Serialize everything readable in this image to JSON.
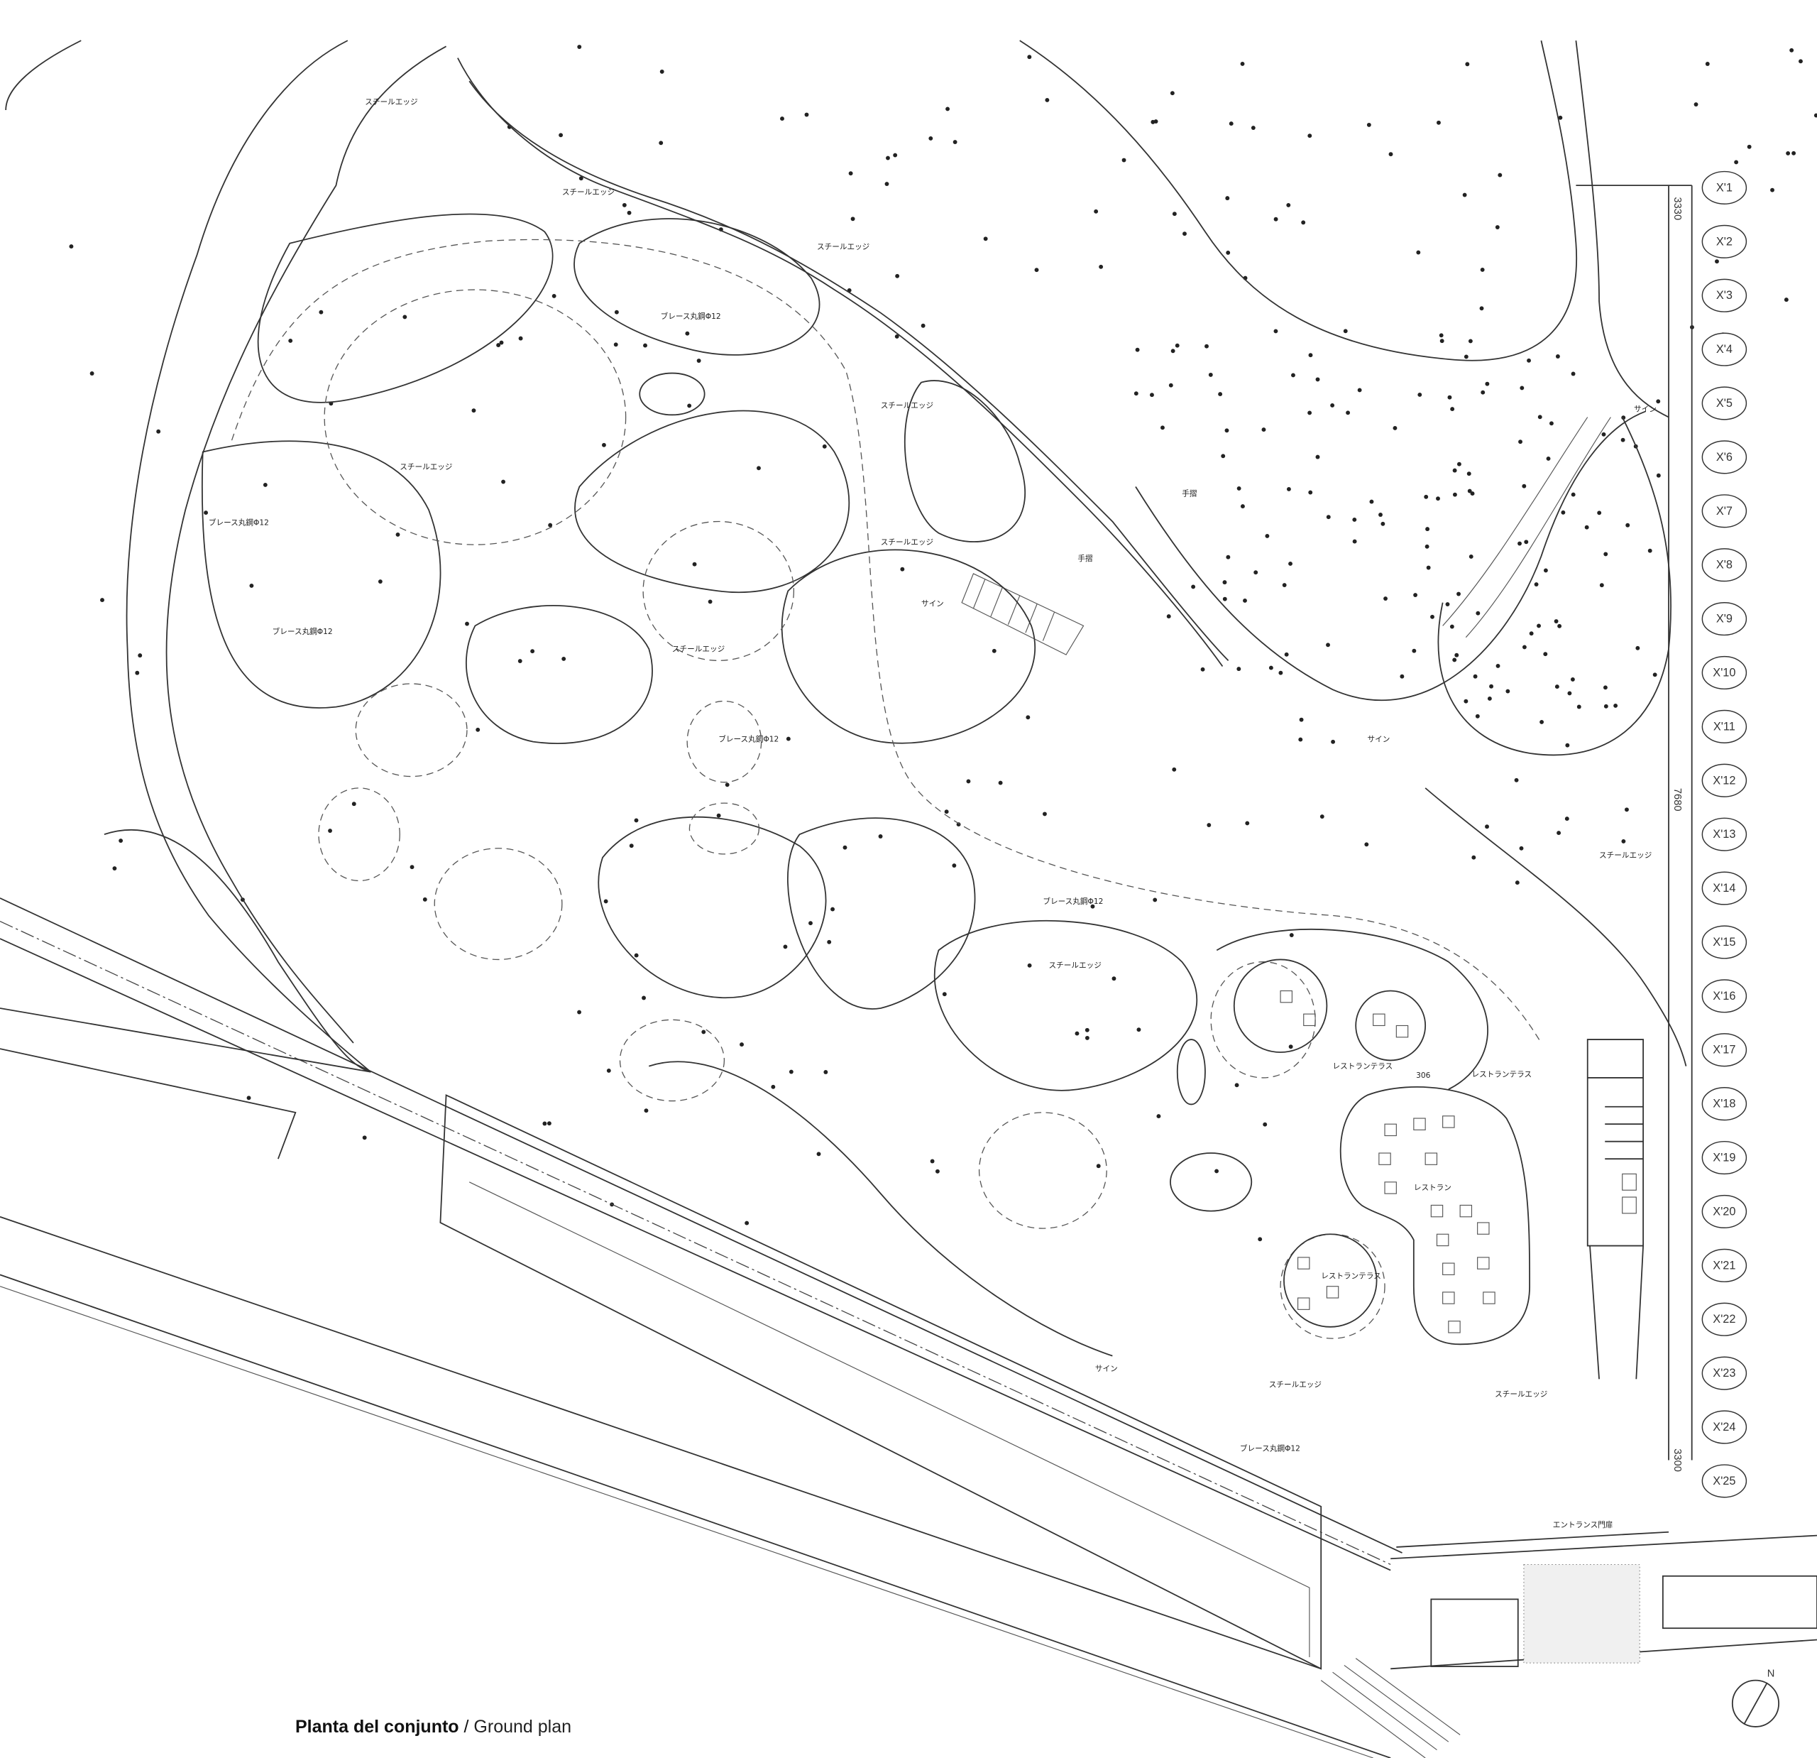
{
  "caption": {
    "spanish": "Planta del conjunto",
    "separator": " / ",
    "english": "Ground plan"
  },
  "grid_labels": [
    "X'1",
    "X'2",
    "X'3",
    "X'4",
    "X'5",
    "X'6",
    "X'7",
    "X'8",
    "X'9",
    "X'10",
    "X'11",
    "X'12",
    "X'13",
    "X'14",
    "X'15",
    "X'16",
    "X'17",
    "X'18",
    "X'19",
    "X'20",
    "X'21",
    "X'22",
    "X'23",
    "X'24",
    "X'25"
  ],
  "dimensions": {
    "top": "3330",
    "middle": "7680",
    "bottom": "3300"
  },
  "north_label": "N",
  "annotations": {
    "steel_edge": "スチールエッジ",
    "brace": "ブレース丸鋼Φ12",
    "restaurant": "レストラン",
    "restaurant_terrace": "レストランテラス",
    "sign": "サイン",
    "handrail": "手摺",
    "entrance_gate": "エントランス門扉",
    "terrace_area": "306"
  }
}
